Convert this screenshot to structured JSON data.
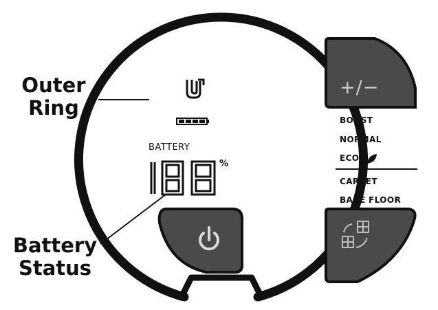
{
  "callouts": {
    "outer_ring": [
      "Outer",
      "Ring"
    ],
    "battery_status": [
      "Battery",
      "Status"
    ]
  },
  "display": {
    "battery_label": "BATTERY",
    "battery_readout": "188",
    "percent_sign": "%"
  },
  "buttons": {
    "adjust_label": "+/−"
  },
  "modes": {
    "power": [
      "BOOST",
      "NORMAL",
      "ECO"
    ],
    "surface": [
      "CARPET",
      "BARE FLOOR"
    ]
  },
  "icons": [
    "vacuum-icon",
    "battery-bars-icon",
    "eco-leaf-icon",
    "power-icon",
    "surface-toggle-icon"
  ],
  "colors": {
    "button": "#4a4a4a",
    "ink": "#111111"
  }
}
